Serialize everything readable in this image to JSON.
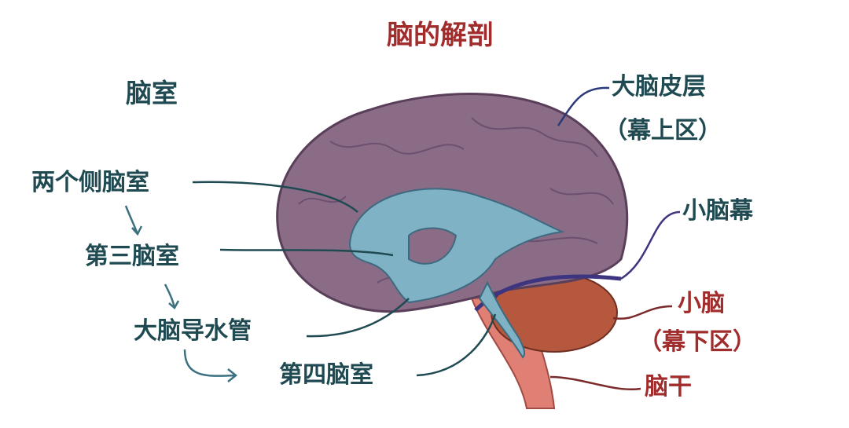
{
  "title": "脑的解剖",
  "left_heading": "脑室",
  "left_labels": [
    "两个侧脑室",
    "第三脑室",
    "大脑导水管",
    "第四脑室"
  ],
  "right_labels": {
    "cortex": "大脑皮层",
    "cortex_sub": "（幕上区）",
    "tentorium": "小脑幕",
    "cerebellum": "小脑",
    "cerebellum_sub": "（幕下区）",
    "brainstem": "脑干"
  },
  "colors": {
    "title": "#a02c2c",
    "label": "#1f4a52",
    "brain": "#8a6c86",
    "ventricle": "#7fb2c4",
    "cerebellum": "#b5583e",
    "brainstem": "#e07f74"
  }
}
